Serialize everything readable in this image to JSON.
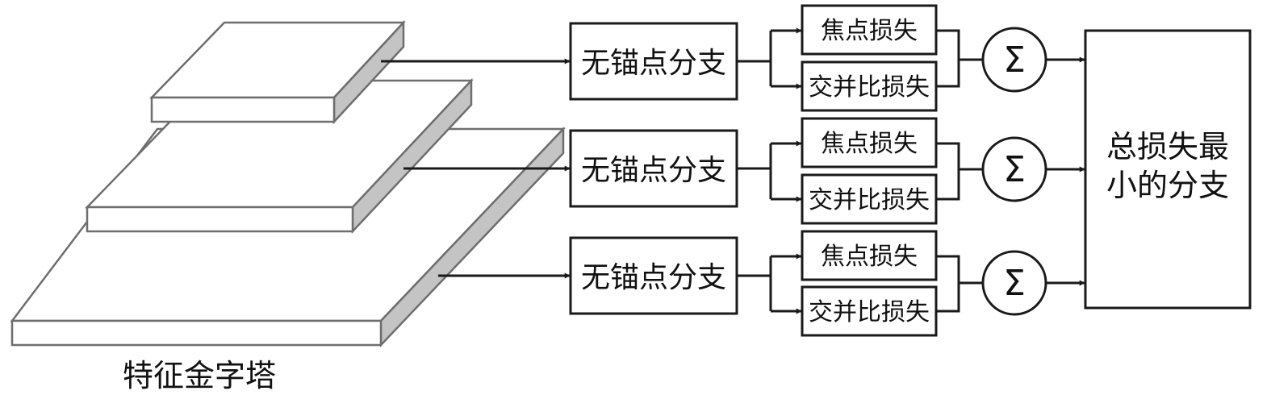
{
  "pyramid": {
    "caption": "特征金字塔"
  },
  "branches": [
    {
      "branch_label": "无锚点分支",
      "focal_loss_label": "焦点损失",
      "iou_loss_label": "交并比损失",
      "sum_symbol": "Σ"
    },
    {
      "branch_label": "无锚点分支",
      "focal_loss_label": "焦点损失",
      "iou_loss_label": "交并比损失",
      "sum_symbol": "Σ"
    },
    {
      "branch_label": "无锚点分支",
      "focal_loss_label": "焦点损失",
      "iou_loss_label": "交并比损失",
      "sum_symbol": "Σ"
    }
  ],
  "output": {
    "label_line1": "总损失最",
    "label_line2": "小的分支"
  },
  "colors": {
    "stroke": "#1a1a1a",
    "slab_side": "#c4c4c4",
    "slab_outline": "#6e6e6e"
  }
}
